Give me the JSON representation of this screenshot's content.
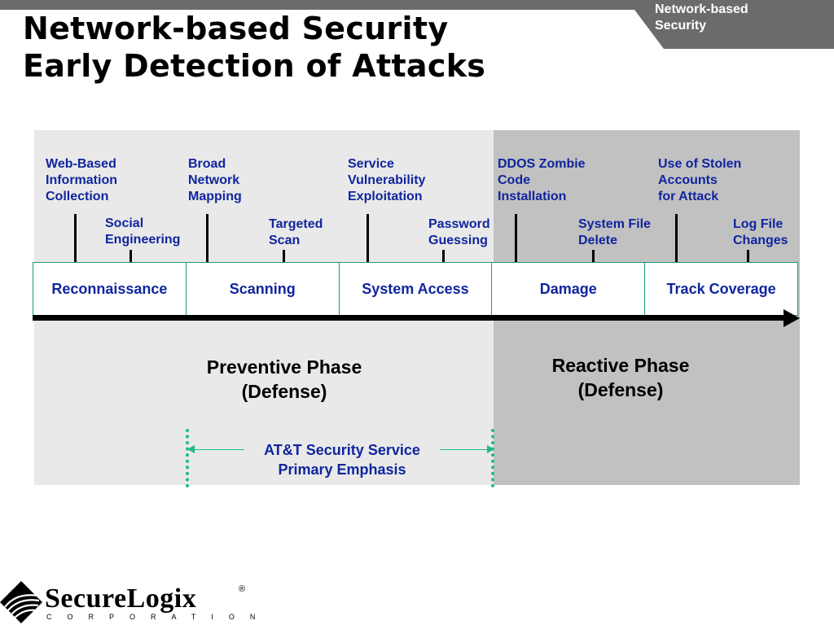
{
  "header": {
    "title_line1": "Network-based Security",
    "title_line2": "Early Detection of Attacks",
    "tag_line1": "Network-based",
    "tag_line2": "Security"
  },
  "events": {
    "web_based": [
      "Web-Based",
      "Information",
      "Collection"
    ],
    "social": [
      "Social",
      "Engineering"
    ],
    "broad": [
      "Broad",
      "Network",
      "Mapping"
    ],
    "targeted": [
      "Targeted",
      "Scan"
    ],
    "service": [
      "Service",
      "Vulnerability",
      "Exploitation"
    ],
    "password": [
      "Password",
      "Guessing"
    ],
    "ddos": [
      "DDOS Zombie",
      "Code",
      "Installation"
    ],
    "sysfile": [
      "System File",
      "Delete"
    ],
    "stolen": [
      "Use of Stolen",
      "Accounts",
      "for Attack"
    ],
    "logfile": [
      "Log File",
      "Changes"
    ]
  },
  "phases": [
    "Reconnaissance",
    "Scanning",
    "System Access",
    "Damage",
    "Track Coverage"
  ],
  "preventive": {
    "line1": "Preventive Phase",
    "line2": "(Defense)"
  },
  "reactive": {
    "line1": "Reactive Phase",
    "line2": "(Defense)"
  },
  "emphasis": {
    "line1": "AT&T Security Service",
    "line2": "Primary Emphasis"
  },
  "logo": {
    "name": "SecureLogix",
    "corporation": "CORPORATION",
    "registered": "®"
  },
  "icons": {
    "logo_mark": "securelogix-diamond-icon",
    "arrow": "timeline-arrow-icon"
  },
  "colors": {
    "label_blue": "#10259e",
    "accent_green": "#1abc8a",
    "reactive_gray": "#c1c1c1",
    "preventive_gray": "#e9e9e9"
  }
}
